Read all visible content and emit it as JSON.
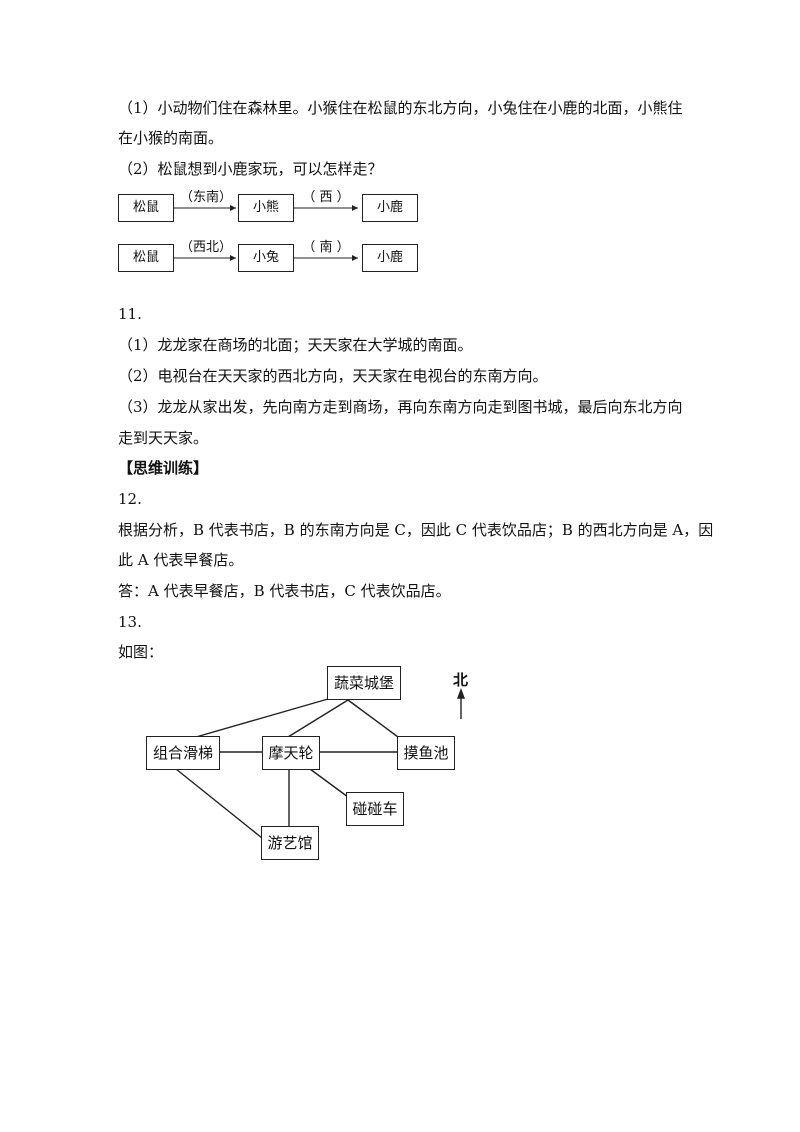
{
  "q10": {
    "p1_line1": "（1）小动物们住在森林里。小猴住在松鼠的东北方向，小兔住在小鹿的北面，小熊住",
    "p1_line2": "在小猴的南面。",
    "p2": "（2）松鼠想到小鹿家玩，可以怎样走？",
    "route1": {
      "start": "松鼠",
      "dir1": "（东南）",
      "mid": "小熊",
      "dir2": "（ 西 ）",
      "end": "小鹿"
    },
    "route2": {
      "start": "松鼠",
      "dir1": "（西北）",
      "mid": "小兔",
      "dir2": "（ 南 ）",
      "end": "小鹿"
    }
  },
  "q11": {
    "number": "11.",
    "p1": "（1）龙龙家在商场的北面；天天家在大学城的南面。",
    "p2": "（2）电视台在天天家的西北方向，天天家在电视台的东南方向。",
    "p3_line1": "（3）龙龙从家出发，先向南方走到商场，再向东南方向走到图书城，最后向东北方向",
    "p3_line2": "走到天天家。"
  },
  "section_title": "【思维训练】",
  "q12": {
    "number": "12.",
    "line1": "根据分析，B 代表书店，B 的东南方向是 C，因此 C 代表饮品店；B 的西北方向是 A，因",
    "line2": "此 A 代表早餐店。",
    "answer": "答：A 代表早餐店，B 代表书店，C 代表饮品店。"
  },
  "q13": {
    "number": "13.",
    "intro": "如图：",
    "north": "北",
    "nodes": {
      "castle": "蔬菜城堡",
      "slide": "组合滑梯",
      "ferris": "摩天轮",
      "fish": "摸鱼池",
      "bumper": "碰碰车",
      "arcade": "游艺馆"
    }
  }
}
